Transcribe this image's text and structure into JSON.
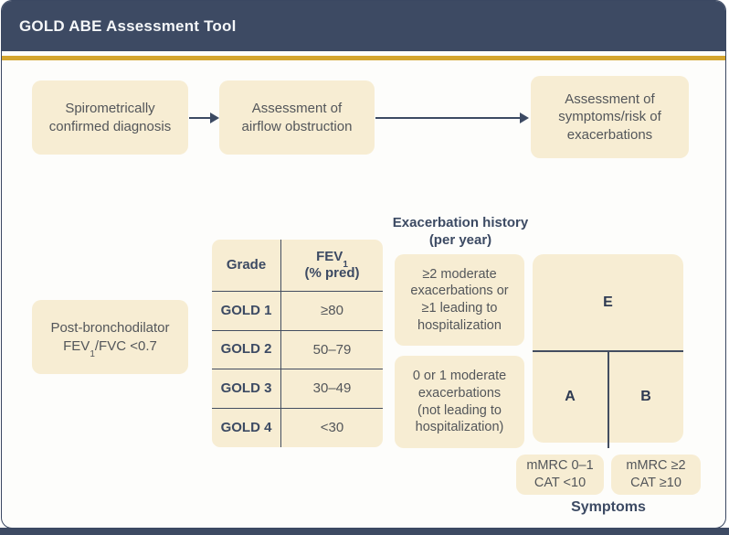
{
  "header": {
    "title": "GOLD ABE Assessment Tool"
  },
  "colors": {
    "header_bg": "#3D4A63",
    "accent_gold": "#D4A52F",
    "box_cream": "#F7EDD3",
    "text_slate": "#3C4A63",
    "text_gray": "#53565A"
  },
  "flow": {
    "step1": {
      "line1": "Spirometrically",
      "line2": "confirmed diagnosis"
    },
    "step2": {
      "line1": "Assessment of",
      "line2": "airflow obstruction"
    },
    "step3": {
      "line1": "Assessment of",
      "line2": "symptoms/risk of",
      "line3": "exacerbations"
    }
  },
  "criteria": {
    "line1": "Post-bronchodilator",
    "line2_fev": "FEV",
    "line2_sub": "1",
    "line2_rest": "/FVC <0.7"
  },
  "spirometry_table": {
    "col1_header": "Grade",
    "col2_header_main": "FEV",
    "col2_header_sub": "1",
    "col2_header_line2": "(% pred)",
    "rows": [
      {
        "grade": "GOLD 1",
        "value": "≥80"
      },
      {
        "grade": "GOLD 2",
        "value": "50–79"
      },
      {
        "grade": "GOLD 3",
        "value": "30–49"
      },
      {
        "grade": "GOLD 4",
        "value": "<30"
      }
    ]
  },
  "exacerbation": {
    "heading_line1": "Exacerbation history",
    "heading_line2": "(per year)",
    "high": {
      "line1": "≥2 moderate",
      "line2": "exacerbations or",
      "line3": "≥1 leading to",
      "line4": "hospitalization"
    },
    "low": {
      "line1": "0 or 1 moderate",
      "line2": "exacerbations",
      "line3": "(not leading to",
      "line4": "hospitalization)"
    }
  },
  "abe": {
    "e": "E",
    "a": "A",
    "b": "B"
  },
  "symptoms": {
    "low": {
      "line1": "mMRC 0–1",
      "line2": "CAT <10"
    },
    "high": {
      "line1": "mMRC ≥2",
      "line2": "CAT ≥10"
    },
    "label": "Symptoms"
  }
}
